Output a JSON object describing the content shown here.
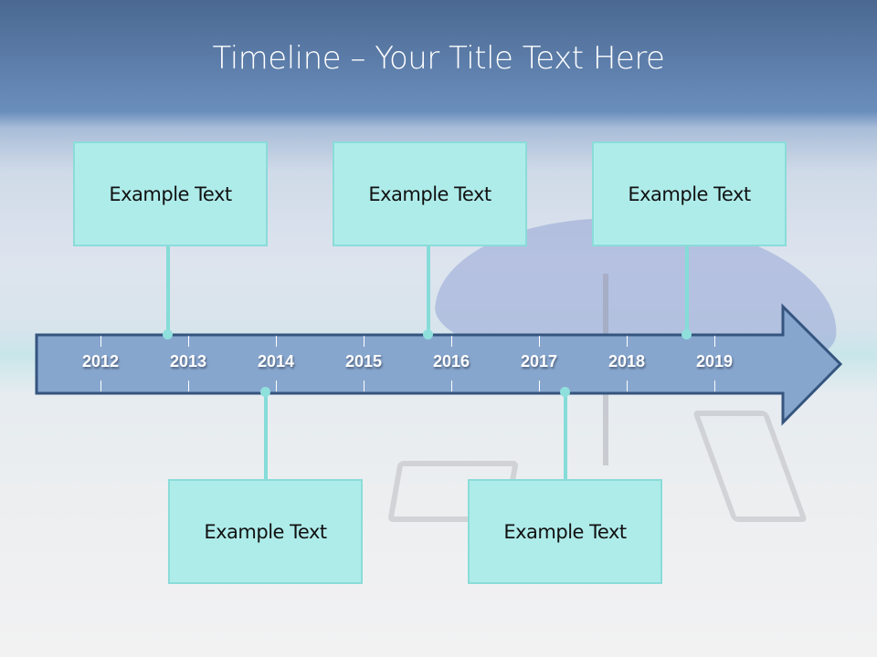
{
  "slide": {
    "title": "Timeline – Your Title Text Here",
    "colors": {
      "header_blue": "#5a7aa6",
      "arrow_fill": "#87a6ce",
      "arrow_border": "#35557f",
      "box_fill": "#aeecea",
      "box_border": "#8adcd9",
      "connector": "#85dcd8"
    }
  },
  "timeline": {
    "years": [
      "2012",
      "2013",
      "2014",
      "2015",
      "2016",
      "2017",
      "2018",
      "2019"
    ],
    "events_top": [
      {
        "label": "Example Text",
        "position": "between 2012 and 2013"
      },
      {
        "label": "Example Text",
        "position": "between 2015 and 2016"
      },
      {
        "label": "Example Text",
        "position": "between 2018 and 2019"
      }
    ],
    "events_bottom": [
      {
        "label": "Example Text",
        "position": "between 2013 and 2014"
      },
      {
        "label": "Example Text",
        "position": "between 2017 and 2018"
      }
    ]
  }
}
